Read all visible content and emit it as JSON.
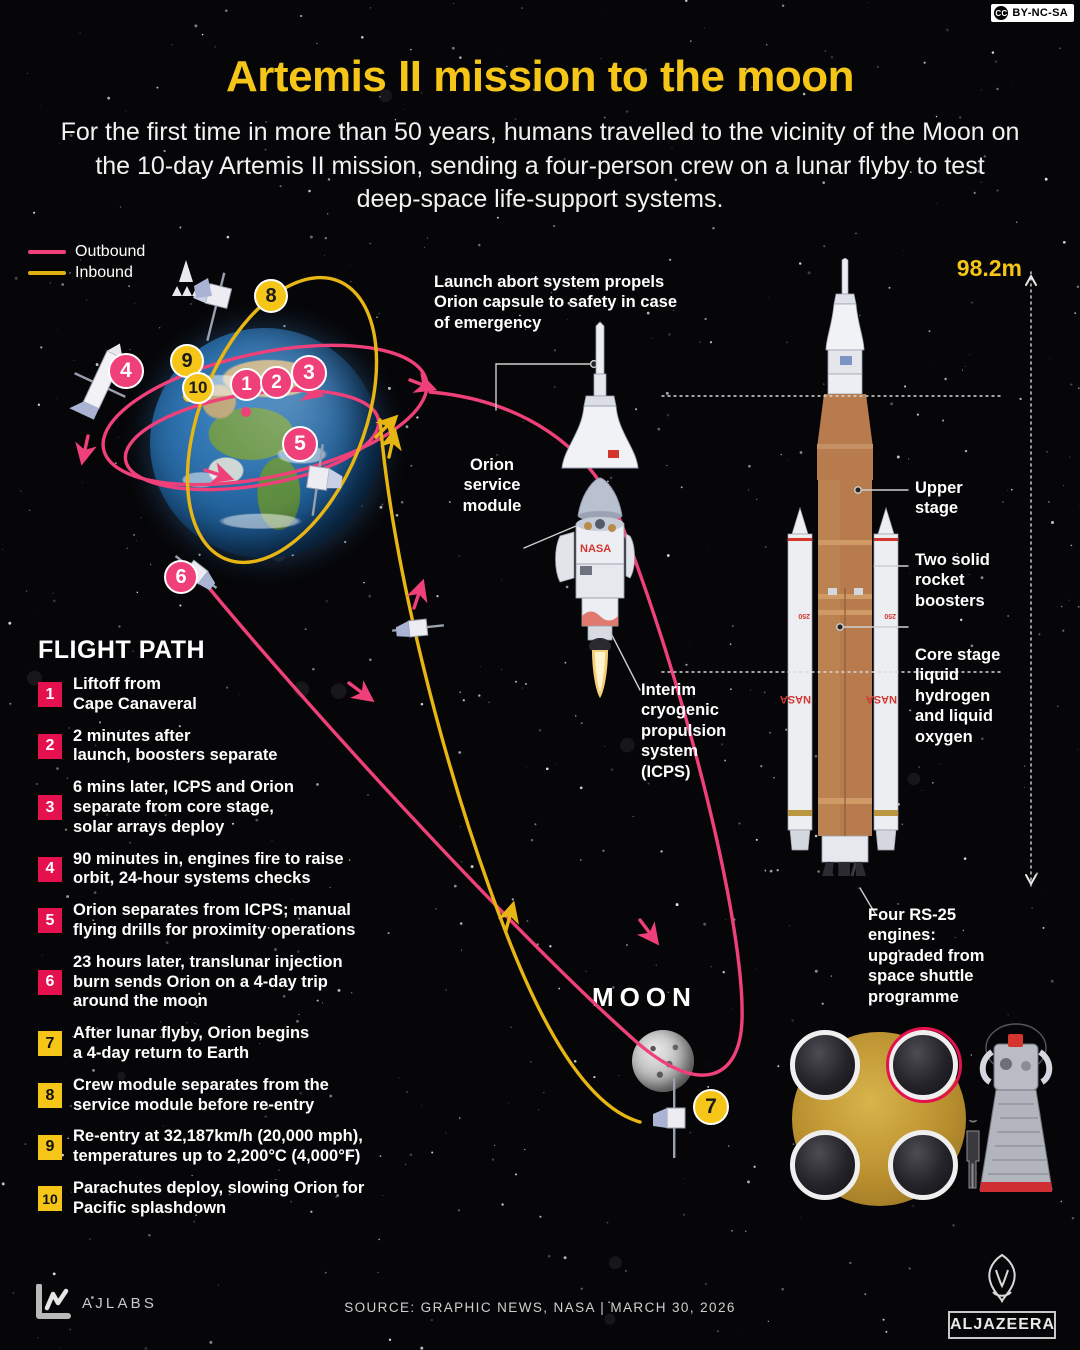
{
  "badge": {
    "cc_mark": "CC",
    "license": "BY-NC-SA"
  },
  "header": {
    "title": "Artemis II mission to the moon",
    "subtitle": "For the first time in more than 50 years, humans travelled to the vicinity of the Moon on the 10-day Artemis II mission, sending a four-person crew on a lunar flyby to test deep-space life-support systems."
  },
  "legend": {
    "items": [
      {
        "label": "Outbound",
        "color": "#F0407A"
      },
      {
        "label": "Inbound",
        "color": "#E0B010"
      }
    ]
  },
  "diagram": {
    "moon_label": "MOON",
    "height_label": "98.2m",
    "markers": [
      {
        "n": "1",
        "type": "pink"
      },
      {
        "n": "2",
        "type": "pink"
      },
      {
        "n": "3",
        "type": "pink"
      },
      {
        "n": "4",
        "type": "pink"
      },
      {
        "n": "5",
        "type": "pink"
      },
      {
        "n": "6",
        "type": "pink"
      },
      {
        "n": "7",
        "type": "yellow"
      },
      {
        "n": "8",
        "type": "yellow"
      },
      {
        "n": "9",
        "type": "yellow"
      },
      {
        "n": "10",
        "type": "yellow"
      }
    ]
  },
  "flight_path": {
    "title": "FLIGHT PATH",
    "steps": [
      {
        "n": "1",
        "color": "pink",
        "text": "Liftoff from\nCape Canaveral"
      },
      {
        "n": "2",
        "color": "pink",
        "text": "2 minutes after\nlaunch, boosters separate"
      },
      {
        "n": "3",
        "color": "pink",
        "text": "6 mins later, ICPS and Orion\nseparate from core stage,\nsolar arrays deploy"
      },
      {
        "n": "4",
        "color": "pink",
        "text": "90 minutes in, engines fire to raise\norbit, 24-hour systems checks"
      },
      {
        "n": "5",
        "color": "pink",
        "text": "Orion separates from ICPS; manual\nflying drills for proximity operations"
      },
      {
        "n": "6",
        "color": "pink",
        "text": "23 hours later, translunar injection\nburn sends Orion on a 4-day trip\naround the moon"
      },
      {
        "n": "7",
        "color": "yellow",
        "text": "After lunar flyby, Orion begins\na 4-day return to Earth"
      },
      {
        "n": "8",
        "color": "yellow",
        "text": "Crew module separates from the\nservice module before re-entry"
      },
      {
        "n": "9",
        "color": "yellow",
        "text": "Re-entry at 32,187km/h (20,000 mph),\ntemperatures up to 2,200°C (4,000°F)"
      },
      {
        "n": "10",
        "color": "yellow",
        "text": "Parachutes deploy, slowing Orion for\nPacific splashdown"
      }
    ]
  },
  "callouts": {
    "launch_abort": "Launch abort system propels\nOrion capsule to safety in case\nof emergency",
    "orion_service_module": "Orion\nservice\nmodule",
    "icps": "Interim\ncryogenic\npropulsion\nsystem\n(ICPS)",
    "upper_stage": "Upper\nstage",
    "boosters": "Two solid\nrocket\nboosters",
    "core_stage": "Core stage\nliquid\nhydrogen\nand liquid\noxygen",
    "rs25": "Four RS-25\nengines:\nupgraded from\nspace shuttle\nprogramme"
  },
  "footer": {
    "ajlabs": "AJLABS",
    "source": "SOURCE:  GRAPHIC NEWS, NASA  |   MARCH 30, 2026",
    "aljazeera": "ALJAZEERA"
  },
  "colors": {
    "pink": "#F0407A",
    "crimson": "#E5114F",
    "yellow": "#F5C518",
    "gold": "#E0B010",
    "background": "#060608"
  }
}
